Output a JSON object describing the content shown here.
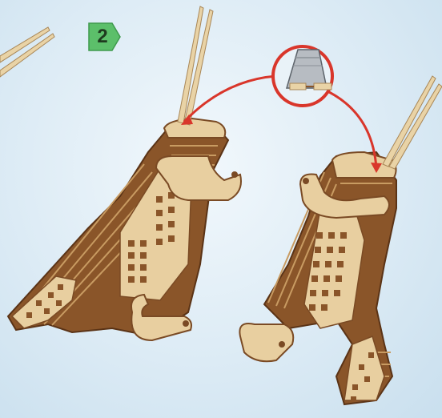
{
  "step": {
    "number": "2"
  },
  "icons": {
    "step_badge": "green-hexagon-badge",
    "callout": "cutter-blade-icon",
    "arrows": "curved-red-arrow"
  },
  "colors": {
    "background": "#dcebf5",
    "badge_green": "#5cbf6a",
    "arrow_red": "#d9362b",
    "wood_light": "#e8cfa0",
    "wood_dark": "#7a4a24",
    "wood_edge": "#5a3316",
    "sticks": "#e9d3a6"
  }
}
